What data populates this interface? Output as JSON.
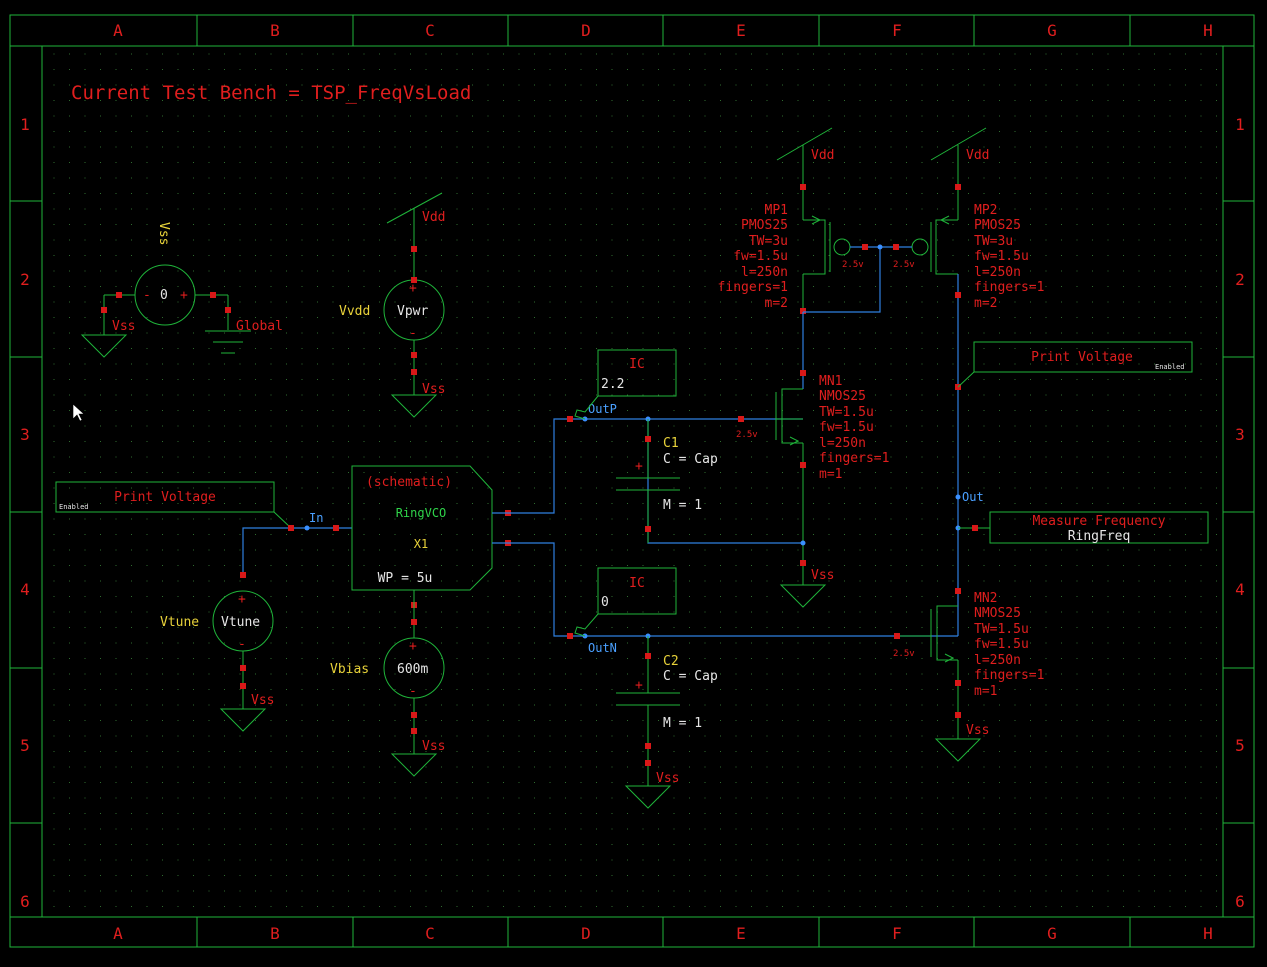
{
  "frame": {
    "columns": [
      "A",
      "B",
      "C",
      "D",
      "E",
      "F",
      "G",
      "H"
    ],
    "rows": [
      "1",
      "2",
      "3",
      "4",
      "5",
      "6"
    ]
  },
  "title": "Current Test Bench = TSP_FreqVsLoad",
  "globals": {
    "vss_source_name": "Vss",
    "vss_source_value": "0",
    "vss_label": "Vss",
    "global_label": "Global",
    "plus": "+",
    "minus": "-"
  },
  "vdd_source": {
    "inst": "Vvdd",
    "value": "Vpwr",
    "top_net": "Vdd",
    "bot_net": "Vss"
  },
  "vtune_source": {
    "inst": "Vtune",
    "value": "Vtune",
    "bot_net": "Vss"
  },
  "vbias_source": {
    "inst": "Vbias",
    "value": "600m",
    "bot_net": "Vss"
  },
  "print_voltage_left": {
    "label": "Print Voltage",
    "state": "Enabled"
  },
  "print_voltage_right": {
    "label": "Print Voltage",
    "state": "Enabled"
  },
  "measure_freq": {
    "label": "Measure Frequency",
    "value": "RingFreq"
  },
  "vco": {
    "view": "(schematic)",
    "cell": "RingVCO",
    "inst": "X1",
    "param": "WP = 5u"
  },
  "nets": {
    "in": "In",
    "outp": "OutP",
    "outn": "OutN",
    "out": "Out"
  },
  "ic_p": {
    "label": "IC",
    "value": "2.2"
  },
  "ic_n": {
    "label": "IC",
    "value": "0"
  },
  "c1": {
    "inst": "C1",
    "cval": "C = Cap",
    "mval": "M = 1",
    "gnd": "Vss"
  },
  "c2": {
    "inst": "C2",
    "cval": "C = Cap",
    "mval": "M = 1",
    "gnd": "Vss"
  },
  "mp1": {
    "lines": [
      "MP1",
      "PMOS25",
      "TW=3u",
      "fw=1.5u",
      "l=250n",
      "fingers=1",
      "m=2"
    ],
    "vdd": "Vdd",
    "volt": "2.5v"
  },
  "mp2": {
    "lines": [
      "MP2",
      "PMOS25",
      "TW=3u",
      "fw=1.5u",
      "l=250n",
      "fingers=1",
      "m=2"
    ],
    "vdd": "Vdd",
    "volt": "2.5v"
  },
  "mn1": {
    "lines": [
      "MN1",
      "NMOS25",
      "TW=1.5u",
      "fw=1.5u",
      "l=250n",
      "fingers=1",
      "m=1"
    ],
    "gnd": "Vss",
    "volt": "2.5v"
  },
  "mn2": {
    "lines": [
      "MN2",
      "NMOS25",
      "TW=1.5u",
      "fw=1.5u",
      "l=250n",
      "fingers=1",
      "m=1"
    ],
    "gnd": "Vss",
    "volt": "2.5v"
  },
  "colors": {
    "frame": "#1fb43a",
    "wire": "#2f7fe0",
    "text_red": "#e01e1e",
    "text_yellow": "#e8d23a",
    "pin": "#d81818"
  }
}
